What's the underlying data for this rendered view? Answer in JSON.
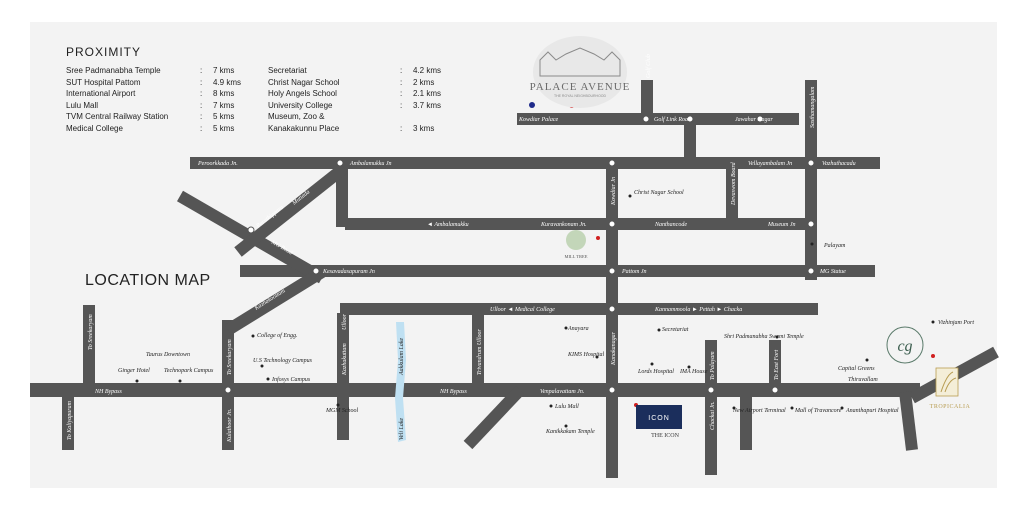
{
  "proximity": {
    "title": "PROXIMITY",
    "left": [
      {
        "place": "Sree Padmanabha Temple",
        "sep": ":",
        "dist": "7 kms"
      },
      {
        "place": "SUT Hospital Pattom",
        "sep": ":",
        "dist": "4.9 kms"
      },
      {
        "place": "International Airport",
        "sep": ":",
        "dist": "8 kms"
      },
      {
        "place": "Lulu Mall",
        "sep": ":",
        "dist": "7 kms"
      },
      {
        "place": "TVM Central Railway Station",
        "sep": ":",
        "dist": "5 kms"
      },
      {
        "place": "Medical College",
        "sep": ":",
        "dist": "5 kms"
      }
    ],
    "right": [
      {
        "place": "Secretariat",
        "sep": ":",
        "dist": "4.2 kms"
      },
      {
        "place": "Christ Nagar School",
        "sep": ":",
        "dist": "2 kms"
      },
      {
        "place": "Holy Angels School",
        "sep": ":",
        "dist": "2.1 kms"
      },
      {
        "place": "University College",
        "sep": ":",
        "dist": "3.7 kms"
      },
      {
        "place": "Museum, Zoo &",
        "sep": "",
        "dist": ""
      },
      {
        "place": "Kanakakunnu Place",
        "sep": ":",
        "dist": "3 kms"
      }
    ]
  },
  "map_title": "LOCATION MAP",
  "logos": {
    "palace": "PALACE AVENUE",
    "palace_tag": "THE ROYAL NEIGHBOURHOOD",
    "icon": "ICON",
    "icon_caption": "THE ICON",
    "mill": "MILL TREE",
    "cg": "cg",
    "trop": "TROPICALIA"
  },
  "roads": {
    "kowdiar_palace": "Kowdiar Palace",
    "golf_link": "Golf Link Road",
    "jawahar": "Jawahar Nagar",
    "golf_club": "Golf Club",
    "sasthamangalam": "Sasthamangalam",
    "peroorkkada": "Peroorkkada Jn.",
    "ambalamukku_jn": "Ambalamukku Jn",
    "vellayambalam": "Vellayambalam Jn",
    "vazhuthacadu": "Vazhuthacadu",
    "kowdiar_jn": "Kowdiar Jn",
    "christ_nagar": "Christ Nagar School",
    "devaswom": "Devaswom Board",
    "ambalamukku": "◄ Ambalamukku",
    "kuravankonam": "Kuravankonam Jn.",
    "nanthancode": "Nanthancode",
    "museum": "Museum Jn",
    "palayam": "Palayam",
    "muttada": "Muttada",
    "paruthippara": "Paruthippara",
    "mg_road": "MG Road",
    "kesavadasapuram": "Kesavadasapuram Jn",
    "pattom": "Pattom Jn",
    "mg_statue": "MG Statue",
    "kazhakoottam": "Kazhakoottam",
    "ulloor_mc": "Ulloor ◄ Medical College",
    "kannammoola": "Kannammoola ► Pettah ► Chacka",
    "to_sreekaryam": "To Sreekaryam",
    "college_engg": "College of Engg.",
    "ulloor": "Ulloor",
    "anayara": "Anayara",
    "secretariat": "Secretariat",
    "sp_temple": "Shri Padmanabha Swami Temple",
    "to_sreekaryam2": "To Sreekaryam",
    "ust": "U.S Technology Campus",
    "infosys": "Infosys Campus",
    "kazhakuttam": "Kazhakuttam",
    "aakkulam": "Aakkulam Lake",
    "trivandrum": "Trivandrum Ulloor",
    "kims": "KIMS Hospital",
    "lords": "Lords Hospital",
    "ima": "IMA House",
    "to_palayam": "To Palayam",
    "to_east_fort": "To East Fort",
    "capital_greens": "Capital Greens",
    "thiruvallam": "Thiruvallam",
    "vizhinjam": "Vizhinjam Port",
    "ginger": "Ginger Hotel",
    "taurus": "Taurus Downtown",
    "technopark": "Technopark Campus",
    "nh_bypass1": "NH Bypass",
    "nh_bypass2": "NH Bypass",
    "kulathoor": "Kulathoor Jn.",
    "venpalavattam": "Venpalavattam Jn.",
    "mgm": "MGM School",
    "lulu": "Lulu Mall",
    "kanikkakam": "Kanikkakam Temple",
    "chackai": "Chackai Jn.",
    "airport": "New Airport Terminal",
    "mall_trav": "Mall of Travancore",
    "ananthapuri": "Ananthapuri Hospital",
    "to_kalipuram": "To Kaliyapuram",
    "veli": "Veli Lake",
    "kanakanagar": "Kanakanagar"
  }
}
